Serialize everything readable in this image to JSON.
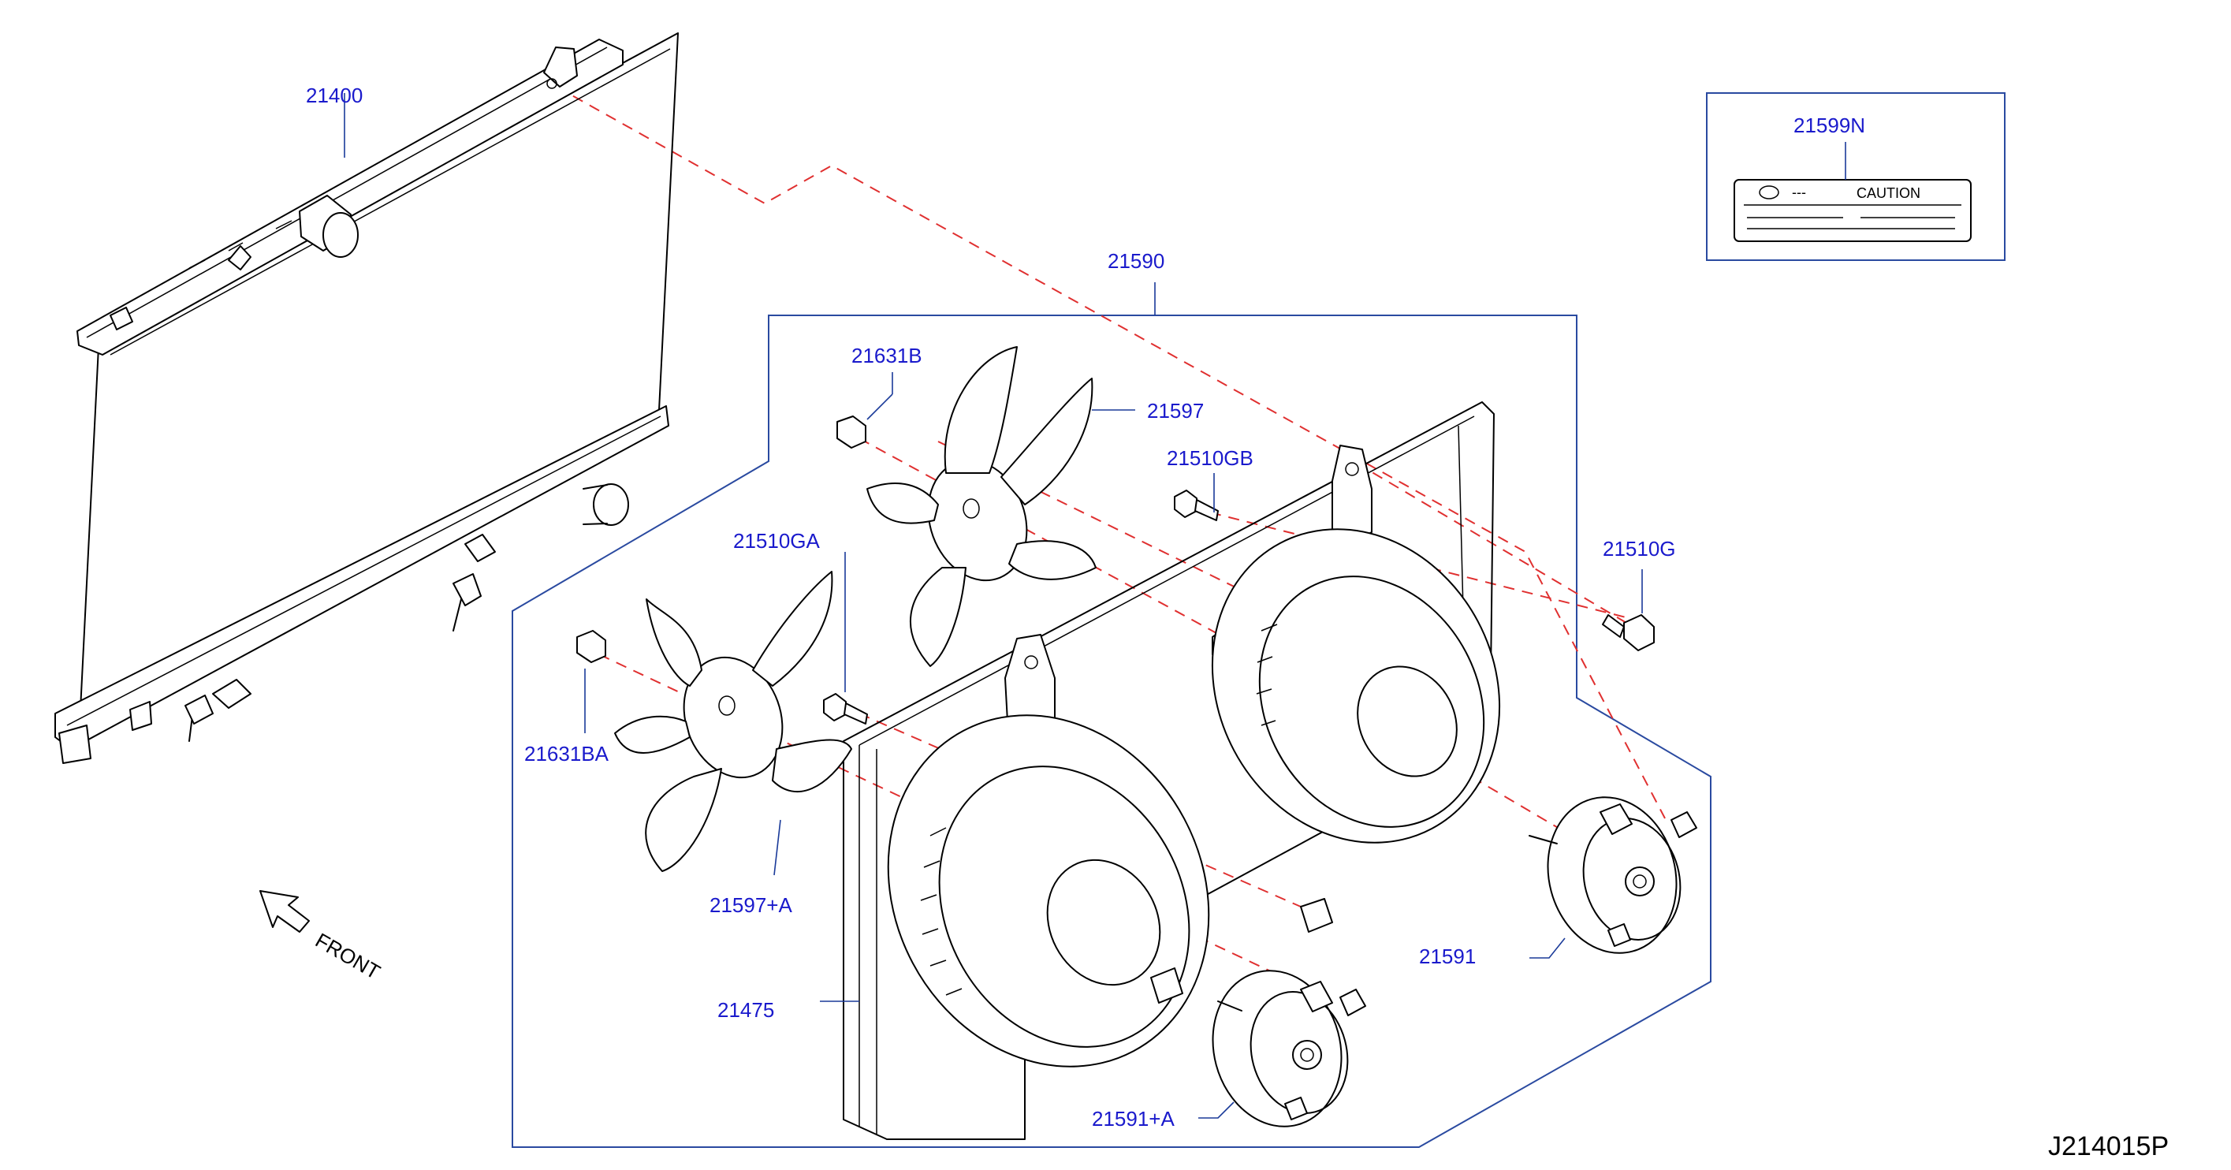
{
  "diagram": {
    "drawing_id": "J214015P",
    "front_label": "FRONT",
    "parts": {
      "radiator": "21400",
      "fan_shroud_assy": "21590",
      "caution_label": "21599N",
      "nut_b": "21631B",
      "nut_ba": "21631BA",
      "fan_blade": "21597",
      "fan_blade_a": "21597+A",
      "bolt_gb": "21510GB",
      "bolt_ga": "21510GA",
      "bolt_g": "21510G",
      "motor": "21591",
      "motor_a": "21591+A",
      "shroud": "21475"
    },
    "caution_label": {
      "title": "CAUTION",
      "dashes": "---"
    }
  }
}
